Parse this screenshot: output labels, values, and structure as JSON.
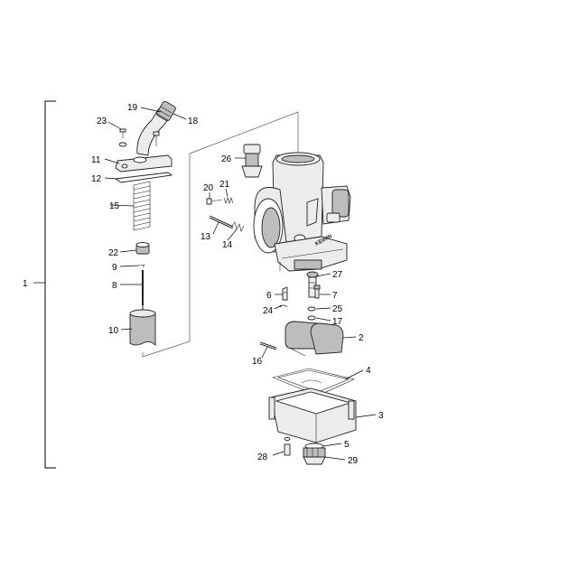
{
  "diagram": {
    "brand_mark": "KEIHIN",
    "callouts": [
      {
        "id": "c1",
        "label": "1"
      },
      {
        "id": "c2",
        "label": "2"
      },
      {
        "id": "c3",
        "label": "3"
      },
      {
        "id": "c4",
        "label": "4"
      },
      {
        "id": "c5",
        "label": "5"
      },
      {
        "id": "c6",
        "label": "6"
      },
      {
        "id": "c7",
        "label": "7"
      },
      {
        "id": "c8",
        "label": "8"
      },
      {
        "id": "c9",
        "label": "9"
      },
      {
        "id": "c10",
        "label": "10"
      },
      {
        "id": "c11",
        "label": "11"
      },
      {
        "id": "c12",
        "label": "12"
      },
      {
        "id": "c13",
        "label": "13"
      },
      {
        "id": "c14",
        "label": "14"
      },
      {
        "id": "c15",
        "label": "15"
      },
      {
        "id": "c16",
        "label": "16"
      },
      {
        "id": "c17",
        "label": "17"
      },
      {
        "id": "c18",
        "label": "18"
      },
      {
        "id": "c19",
        "label": "19"
      },
      {
        "id": "c20",
        "label": "20"
      },
      {
        "id": "c21",
        "label": "21"
      },
      {
        "id": "c22",
        "label": "22"
      },
      {
        "id": "c23",
        "label": "23"
      },
      {
        "id": "c24",
        "label": "24"
      },
      {
        "id": "c25",
        "label": "25"
      },
      {
        "id": "c26",
        "label": "26"
      },
      {
        "id": "c27",
        "label": "27"
      },
      {
        "id": "c28",
        "label": "28"
      },
      {
        "id": "c29",
        "label": "29"
      }
    ]
  }
}
